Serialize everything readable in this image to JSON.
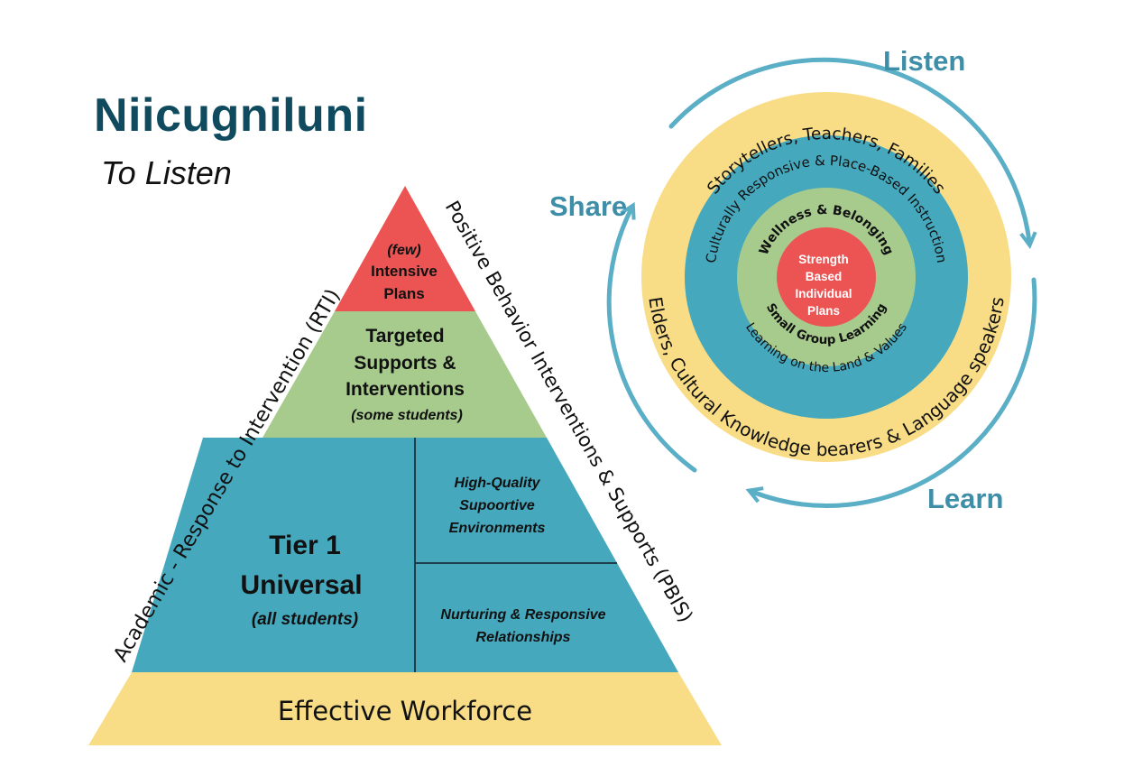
{
  "title": "Niicugniluni",
  "subtitle": "To Listen",
  "colors": {
    "title": "#0f4a5e",
    "red": "#ec5454",
    "green": "#a7cb8d",
    "teal": "#45a8bd",
    "yellow": "#f8dd86",
    "arrow": "#5aaec6",
    "cycle_text": "#3e8ea8"
  },
  "pyramid": {
    "tier3": {
      "line1": "(few)",
      "line2": "Intensive",
      "line3": "Plans"
    },
    "tier2": {
      "line1": "Targeted",
      "line2": "Supports &",
      "line3": "Interventions",
      "line4": "(some students)"
    },
    "tier1": {
      "line1": "Tier 1",
      "line2": "Universal",
      "line3": "(all students)"
    },
    "tier1_boxes": {
      "top": {
        "line1": "High-Quality",
        "line2": "Supoortive",
        "line3": "Environments"
      },
      "bottom": {
        "line1": "Nurturing & Responsive",
        "line2": "Relationships"
      }
    },
    "base": "Effective Workforce",
    "left_side_label": "Academic - Response to Intervention (RTI)",
    "right_side_label": "Positive Behavior Interventions & Supports (PBIS)"
  },
  "circle": {
    "outer_top": "Storytellers, Teachers, Families",
    "outer_bottom": "Elders, Cultural Knowledge bearers & Language speakers",
    "middle_top": "Culturally Responsive  & Place-Based Instruction",
    "middle_bottom": "Learning on the Land & Values",
    "inner_top": "Wellness & Belonging",
    "inner_bottom": "Small Group Learning",
    "center": {
      "line1": "Strength",
      "line2": "Based",
      "line3": "Individual",
      "line4": "Plans"
    }
  },
  "cycle": {
    "listen": "Listen",
    "share": "Share",
    "learn": "Learn"
  }
}
